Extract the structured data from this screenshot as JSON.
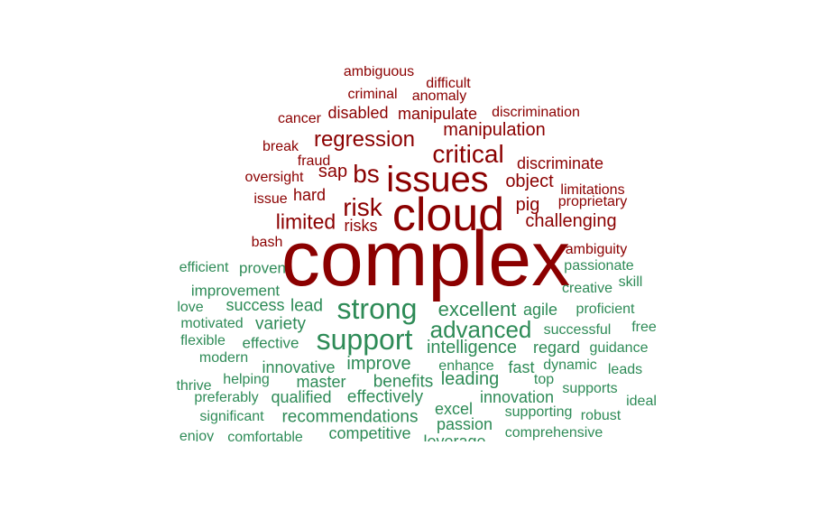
{
  "colors": {
    "negative": "#8b0000",
    "positive": "#2e8b57"
  },
  "words": [
    {
      "text": "complex",
      "group": "negative"
    },
    {
      "text": "cloud",
      "group": "negative"
    },
    {
      "text": "issues",
      "group": "negative"
    },
    {
      "text": "risk",
      "group": "negative"
    },
    {
      "text": "bs",
      "group": "negative"
    },
    {
      "text": "critical",
      "group": "negative"
    },
    {
      "text": "regression",
      "group": "negative"
    },
    {
      "text": "limited",
      "group": "negative"
    },
    {
      "text": "challenging",
      "group": "negative"
    },
    {
      "text": "manipulation",
      "group": "negative"
    },
    {
      "text": "manipulate",
      "group": "negative"
    },
    {
      "text": "disabled",
      "group": "negative"
    },
    {
      "text": "object",
      "group": "negative"
    },
    {
      "text": "pig",
      "group": "negative"
    },
    {
      "text": "discriminate",
      "group": "negative"
    },
    {
      "text": "sap",
      "group": "negative"
    },
    {
      "text": "hard",
      "group": "negative"
    },
    {
      "text": "risks",
      "group": "negative"
    },
    {
      "text": "discrimination",
      "group": "negative"
    },
    {
      "text": "criminal",
      "group": "negative"
    },
    {
      "text": "anomaly",
      "group": "negative"
    },
    {
      "text": "difficult",
      "group": "negative"
    },
    {
      "text": "ambiguous",
      "group": "negative"
    },
    {
      "text": "cancer",
      "group": "negative"
    },
    {
      "text": "break",
      "group": "negative"
    },
    {
      "text": "fraud",
      "group": "negative"
    },
    {
      "text": "oversight",
      "group": "negative"
    },
    {
      "text": "issue",
      "group": "negative"
    },
    {
      "text": "bash",
      "group": "negative"
    },
    {
      "text": "limitations",
      "group": "negative"
    },
    {
      "text": "proprietary",
      "group": "negative"
    },
    {
      "text": "ambiguity",
      "group": "negative"
    },
    {
      "text": "strong",
      "group": "positive"
    },
    {
      "text": "support",
      "group": "positive"
    },
    {
      "text": "advanced",
      "group": "positive"
    },
    {
      "text": "excellent",
      "group": "positive"
    },
    {
      "text": "intelligence",
      "group": "positive"
    },
    {
      "text": "improve",
      "group": "positive"
    },
    {
      "text": "lead",
      "group": "positive"
    },
    {
      "text": "success",
      "group": "positive"
    },
    {
      "text": "improvement",
      "group": "positive"
    },
    {
      "text": "proven",
      "group": "positive"
    },
    {
      "text": "efficient",
      "group": "positive"
    },
    {
      "text": "variety",
      "group": "positive"
    },
    {
      "text": "motivated",
      "group": "positive"
    },
    {
      "text": "love",
      "group": "positive"
    },
    {
      "text": "flexible",
      "group": "positive"
    },
    {
      "text": "effective",
      "group": "positive"
    },
    {
      "text": "modern",
      "group": "positive"
    },
    {
      "text": "innovative",
      "group": "positive"
    },
    {
      "text": "thrive",
      "group": "positive"
    },
    {
      "text": "helping",
      "group": "positive"
    },
    {
      "text": "master",
      "group": "positive"
    },
    {
      "text": "qualified",
      "group": "positive"
    },
    {
      "text": "preferably",
      "group": "positive"
    },
    {
      "text": "significant",
      "group": "positive"
    },
    {
      "text": "recommendations",
      "group": "positive"
    },
    {
      "text": "enjoy",
      "group": "positive"
    },
    {
      "text": "comfortable",
      "group": "positive"
    },
    {
      "text": "competitive",
      "group": "positive"
    },
    {
      "text": "benefits",
      "group": "positive"
    },
    {
      "text": "effectively",
      "group": "positive"
    },
    {
      "text": "leading",
      "group": "positive"
    },
    {
      "text": "enhance",
      "group": "positive"
    },
    {
      "text": "excel",
      "group": "positive"
    },
    {
      "text": "passion",
      "group": "positive"
    },
    {
      "text": "leverage",
      "group": "positive"
    },
    {
      "text": "innovation",
      "group": "positive"
    },
    {
      "text": "fast",
      "group": "positive"
    },
    {
      "text": "top",
      "group": "positive"
    },
    {
      "text": "dynamic",
      "group": "positive"
    },
    {
      "text": "regard",
      "group": "positive"
    },
    {
      "text": "supporting",
      "group": "positive"
    },
    {
      "text": "comprehensive",
      "group": "positive"
    },
    {
      "text": "agile",
      "group": "positive"
    },
    {
      "text": "successful",
      "group": "positive"
    },
    {
      "text": "proficient",
      "group": "positive"
    },
    {
      "text": "passionate",
      "group": "positive"
    },
    {
      "text": "creative",
      "group": "positive"
    },
    {
      "text": "skill",
      "group": "positive"
    },
    {
      "text": "free",
      "group": "positive"
    },
    {
      "text": "guidance",
      "group": "positive"
    },
    {
      "text": "leads",
      "group": "positive"
    },
    {
      "text": "supports",
      "group": "positive"
    },
    {
      "text": "ideal",
      "group": "positive"
    },
    {
      "text": "robust",
      "group": "positive"
    }
  ]
}
